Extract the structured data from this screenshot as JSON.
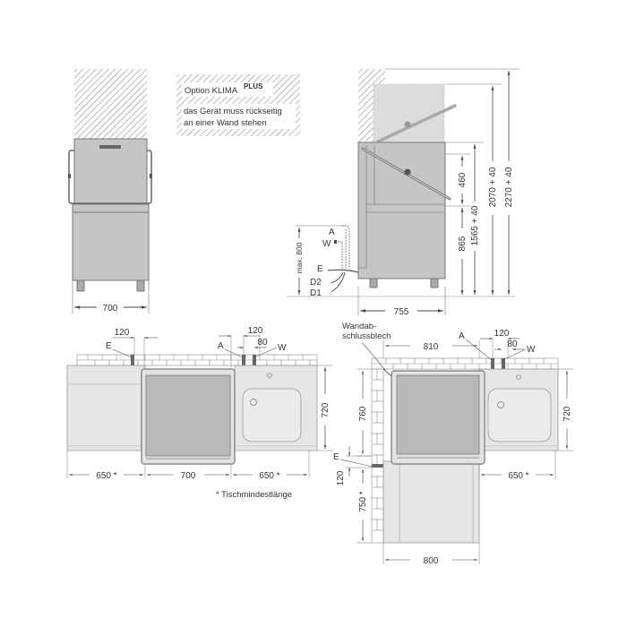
{
  "front_view": {
    "width_label": "700"
  },
  "option_box": {
    "line1": "Option KLIMA",
    "line1_sup": "PLUS",
    "line2": "das Gerät muss rückseitig",
    "line3": "an einer Wand stehen"
  },
  "side_view": {
    "depth_label": "755",
    "dim_460": "460",
    "dim_865": "865",
    "dim_1565": "1565 + 40",
    "dim_2070": "2070 + 40",
    "dim_2270": "2270 + 40",
    "connection_height": "max. 800",
    "connections": {
      "A": "A",
      "W": "W",
      "E": "E",
      "D2": "D2",
      "D1": "D1"
    }
  },
  "plan_straight": {
    "dim_120_e": "120",
    "label_E": "E",
    "dim_120_aw": "120",
    "dim_80": "80",
    "label_A": "A",
    "label_W": "W",
    "dim_720": "720",
    "dim_left": "650 *",
    "dim_center": "700",
    "dim_right": "650 *",
    "footnote": "* Tischmindestlänge"
  },
  "plan_corner": {
    "wall_label_1": "Wandab-",
    "wall_label_2": "schlussblech",
    "dim_810": "810",
    "label_A": "A",
    "dim_120": "120",
    "dim_80": "80",
    "label_W": "W",
    "dim_760": "760",
    "dim_720": "720",
    "label_E": "E",
    "dim_120_e": "120",
    "dim_750": "750 *",
    "dim_650": "650 *",
    "dim_800": "800"
  }
}
